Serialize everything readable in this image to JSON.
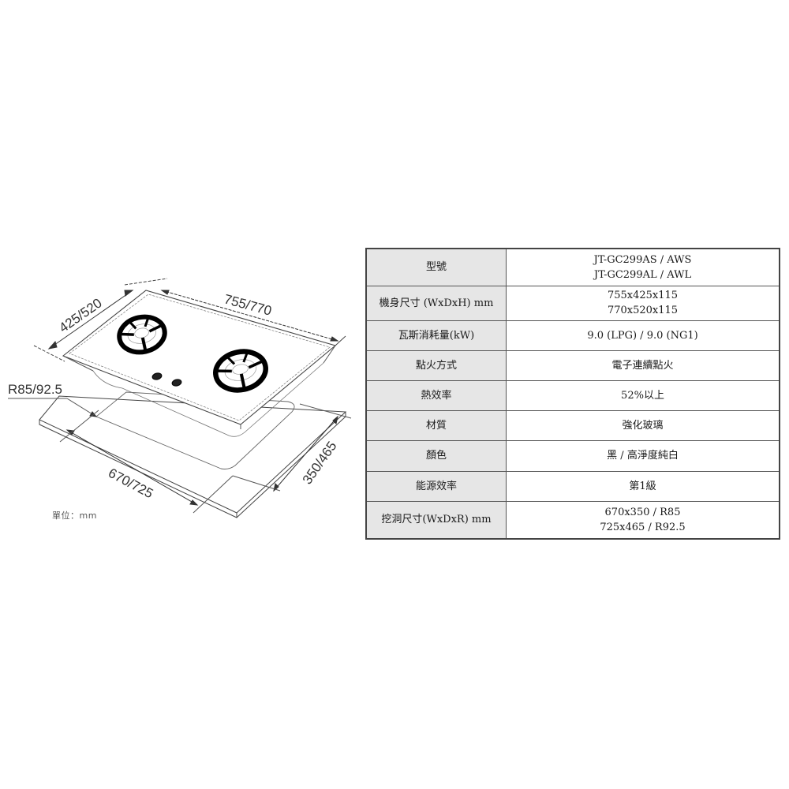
{
  "diagram": {
    "dimensions": {
      "width_label": "755/770",
      "depth_label": "425/520",
      "radius_label": "R85/92.5",
      "cutout_width_label": "670/725",
      "cutout_depth_label": "350/465"
    },
    "unit_label": "單位：mm",
    "burners": 2,
    "knobs": 2
  },
  "spec_table": {
    "rows": [
      {
        "label": "型號",
        "values": [
          "JT-GC299AS / AWS",
          "JT-GC299AL / AWL"
        ]
      },
      {
        "label": "機身尺寸 (WxDxH) mm",
        "values": [
          "755x425x115",
          "770x520x115"
        ]
      },
      {
        "label": "瓦斯消耗量(kW)",
        "values": [
          "9.0 (LPG)  / 9.0 (NG1)"
        ]
      },
      {
        "label": "點火方式",
        "values": [
          "電子連續點火"
        ]
      },
      {
        "label": "熱效率",
        "values": [
          "52%以上"
        ]
      },
      {
        "label": "材質",
        "values": [
          "強化玻璃"
        ]
      },
      {
        "label": "顏色",
        "values": [
          "黑 / 高淨度純白"
        ]
      },
      {
        "label": "能源效率",
        "values": [
          "第1級"
        ]
      },
      {
        "label": "挖洞尺寸(WxDxR) mm",
        "values": [
          "670x350  /  R85",
          "725x465  /  R92.5"
        ]
      }
    ]
  },
  "colors": {
    "header_cell_bg": "#e6e6e6",
    "border": "#444444",
    "line_art": "#333333"
  }
}
